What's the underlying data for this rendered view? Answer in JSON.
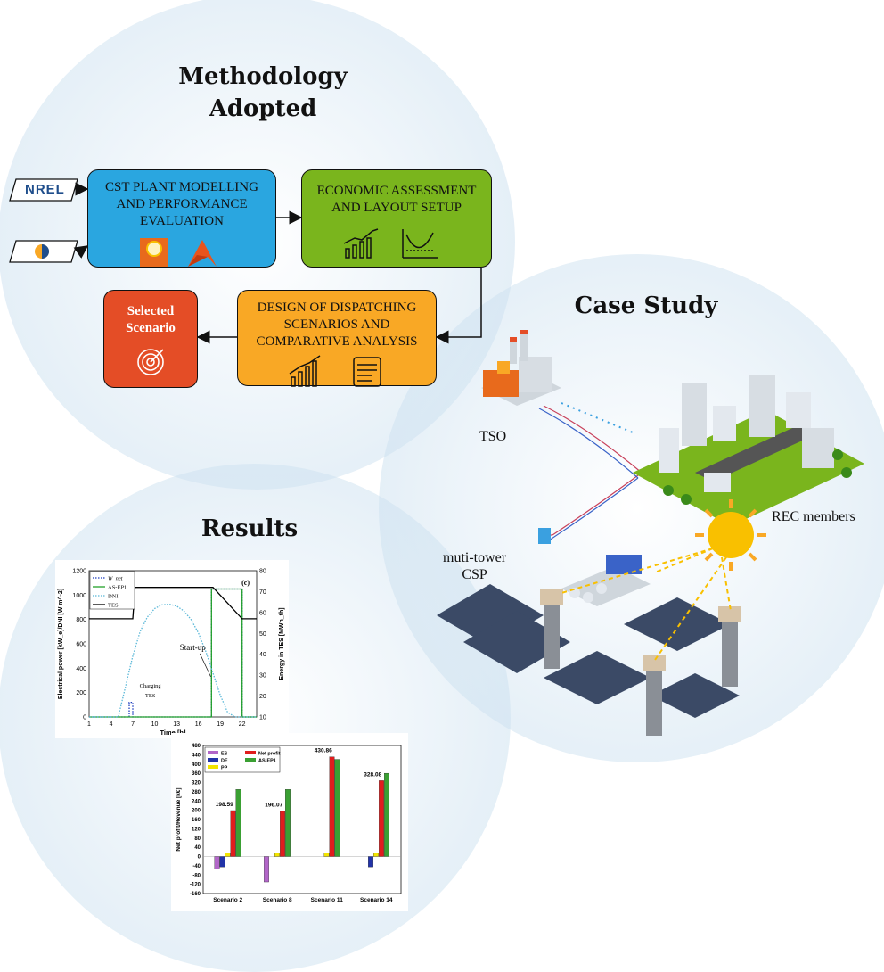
{
  "sections": {
    "methodology_title_line1": "Methodology",
    "methodology_title_line2": "Adopted",
    "case_study_title": "Case Study",
    "results_title": "Results"
  },
  "inputs": {
    "nrel_label": "NREL"
  },
  "boxes": {
    "cst": "CST PLANT MODELLING AND  PERFORMANCE EVALUATION",
    "economic": "ECONOMIC ASSESSMENT AND LAYOUT SETUP",
    "dispatch": "DESIGN OF DISPATCHING SCENARIOS AND COMPARATIVE ANALYSIS",
    "selected": "Selected Scenario"
  },
  "colors": {
    "cst_box": "#2aa6e0",
    "economic_box": "#7ab51d",
    "dispatch_box": "#f9a825",
    "selected_box": "#e44d26",
    "bubble": "#d7e8f4"
  },
  "case_study": {
    "tso_label": "TSO",
    "rec_label": "REC members",
    "csp_label_line1": "muti-tower",
    "csp_label_line2": "CSP"
  },
  "chart_c": {
    "panel_label": "(c)",
    "legend": [
      "W_net",
      "AS-EP1",
      "DNI",
      "TES"
    ],
    "ylabel_left": "Electrical power [kW_e]/DNI [W m^-2]",
    "ylabel_right": "Energy in TES [MWh_th]",
    "xlabel": "Time [h]",
    "annotation_startup": "Start-up",
    "annotation_charging_1": "Charging",
    "annotation_charging_2": "TES",
    "xticks": [
      "1",
      "4",
      "7",
      "10",
      "13",
      "16",
      "19",
      "22"
    ],
    "yticks_left": [
      "0",
      "200",
      "400",
      "600",
      "800",
      "1000",
      "1200"
    ],
    "yticks_right": [
      "10",
      "20",
      "30",
      "40",
      "50",
      "60",
      "70",
      "80"
    ]
  },
  "chart_data": [
    {
      "type": "line",
      "title": "(c)",
      "xlabel": "Time [h]",
      "ylabel": "Electrical power [kW_e]/DNI [W m^-2]",
      "ylabel_right": "Energy in TES [MWh_th]",
      "xlim": [
        1,
        24
      ],
      "ylim": [
        0,
        1200
      ],
      "ylim_right": [
        10,
        80
      ],
      "legend_position": "top-left",
      "series": [
        {
          "name": "W_net",
          "axis": "left",
          "color": "#1f3fbf",
          "style": "dotted",
          "x": [
            1,
            6.5,
            6.5,
            7,
            7,
            17.8,
            17.8,
            22,
            22,
            24
          ],
          "y": [
            0,
            0,
            120,
            120,
            0,
            0,
            1050,
            1050,
            0,
            0
          ]
        },
        {
          "name": "AS-EP1",
          "axis": "left",
          "color": "#22a02a",
          "style": "solid",
          "x": [
            1,
            17.8,
            17.8,
            22,
            22,
            24
          ],
          "y": [
            0,
            0,
            1050,
            1050,
            0,
            0
          ]
        },
        {
          "name": "DNI",
          "axis": "left",
          "color": "#5bb8d8",
          "style": "dotted",
          "x": [
            1,
            5,
            6,
            7,
            8,
            9,
            10,
            11,
            12,
            13,
            14,
            15,
            16,
            17,
            18,
            19,
            20,
            21,
            24
          ],
          "y": [
            0,
            0,
            250,
            500,
            700,
            820,
            890,
            920,
            925,
            910,
            870,
            800,
            690,
            540,
            360,
            180,
            40,
            0,
            0
          ]
        },
        {
          "name": "TES",
          "axis": "right",
          "color": "#000000",
          "style": "solid",
          "x": [
            1,
            7,
            7.3,
            18,
            22,
            24
          ],
          "y": [
            57,
            57,
            72,
            72,
            57,
            57
          ]
        }
      ]
    },
    {
      "type": "bar",
      "xlabel": "",
      "ylabel": "Net profit/Revenue [k€]",
      "ylim": [
        -160,
        480
      ],
      "legend_position": "top-left",
      "categories": [
        "Scenario 2",
        "Scenario 8",
        "Scenario 11",
        "Scenario 14"
      ],
      "series": [
        {
          "name": "ES",
          "color": "#b266c8",
          "values": [
            -55,
            -110,
            0,
            0
          ]
        },
        {
          "name": "DF",
          "color": "#2233a8",
          "values": [
            -45,
            0,
            0,
            -45
          ]
        },
        {
          "name": "PP",
          "color": "#f2e400",
          "values": [
            15,
            15,
            15,
            15
          ]
        },
        {
          "name": "Net profit",
          "color": "#e01d1d",
          "values": [
            198.59,
            196.07,
            430.86,
            328.08
          ]
        },
        {
          "name": "AS-EP1",
          "color": "#3aa033",
          "values": [
            290,
            290,
            420,
            360
          ]
        }
      ],
      "data_labels": [
        "198.59",
        "196.07",
        "430.86",
        "328.08"
      ],
      "yticks": [
        "-160",
        "-120",
        "-80",
        "-40",
        "0",
        "40",
        "80",
        "120",
        "160",
        "200",
        "240",
        "280",
        "320",
        "360",
        "400",
        "440",
        "480"
      ]
    }
  ]
}
